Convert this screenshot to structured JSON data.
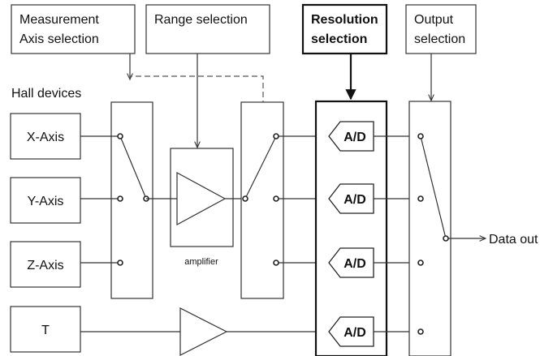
{
  "selectors": {
    "measurement": [
      "Measurement",
      "Axis selection"
    ],
    "range": "Range selection",
    "resolution": [
      "Resolution",
      "selection"
    ],
    "output": [
      "Output",
      "selection"
    ]
  },
  "hall_devices_label": "Hall devices",
  "inputs": {
    "x": "X-Axis",
    "y": "Y-Axis",
    "z": "Z-Axis",
    "t": "T"
  },
  "amplifier_label": "amplifier",
  "adc_label": "A/D",
  "data_out_label": "Data out"
}
